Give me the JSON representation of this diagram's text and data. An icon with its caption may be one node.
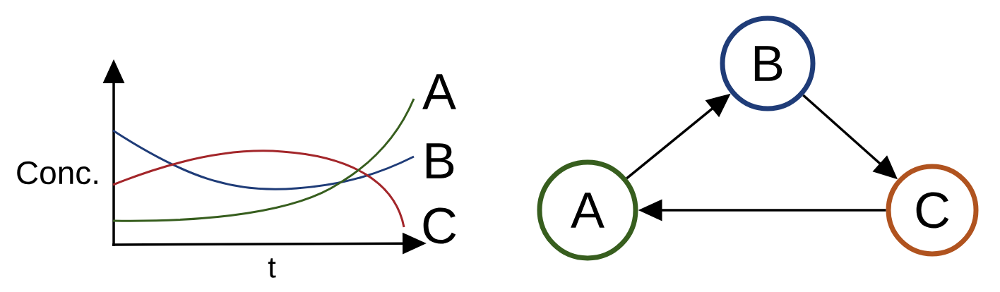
{
  "diagram": {
    "nodes": [
      {
        "text": [
          "B"
        ]
      },
      {
        "text": [
          "A"
        ]
      },
      {
        "text": [
          "C"
        ]
      }
    ],
    "edges": [
      {
        "from": 1,
        "to": 0,
        "arrow": "to"
      },
      {
        "from": 0,
        "to": 2,
        "arrow": "to"
      },
      {
        "from": 2,
        "to": 1,
        "arrow": "to"
      }
    ],
    "labels": [
      "A",
      "B",
      "Conc.",
      "C",
      "t"
    ]
  }
}
